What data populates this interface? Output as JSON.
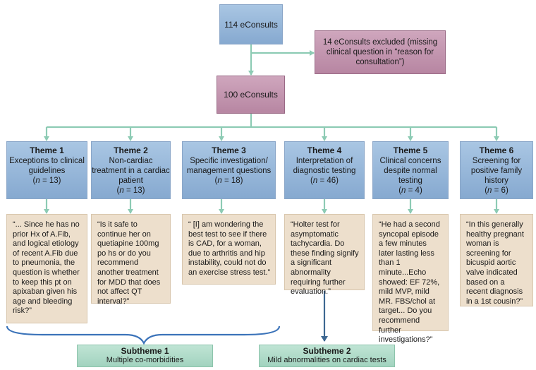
{
  "top": {
    "label": "114 eConsults"
  },
  "excluded": {
    "label": "14 eConsults excluded (missing clinical question in “reason for consultation”)"
  },
  "middle": {
    "label": "100 eConsults"
  },
  "themes": [
    {
      "title": "Theme 1",
      "text": "Exceptions to clinical guidelines",
      "n_open": "(",
      "n_letter": "n",
      "n_value": " = 13)",
      "quote": "“... Since he has no prior Hx of A.Fib, and logical etiology of recent A.Fib due to pneumonia, the question is whether to keep this pt on apixaban given his age and bleeding risk?”"
    },
    {
      "title": "Theme 2",
      "text": "Non-cardiac treatment in a cardiac patient",
      "n_open": "(",
      "n_letter": "n",
      "n_value": " = 13)",
      "quote": "“Is it safe to continue her on quetiapine 100mg po hs or do you recommend another treatment for MDD that does not affect QT interval?”"
    },
    {
      "title": "Theme 3",
      "text": "Specific investigation/ management questions",
      "n_open": "(",
      "n_letter": "n",
      "n_value": " = 18)",
      "quote": "“ [I] am wondering the best test to see if there is CAD, for a woman, due to arthritis and hip instability, could not do an exercise stress test.”"
    },
    {
      "title": "Theme 4",
      "text": "Interpretation of diagnostic testing",
      "n_open": "(",
      "n_letter": "n",
      "n_value": " = 46)",
      "quote": "“Holter test for asymptomatic tachycardia. Do these finding signify a significant abnormality requiring further evaluation.”"
    },
    {
      "title": "Theme 5",
      "text": "Clinical concerns despite normal testing",
      "n_open": "(",
      "n_letter": "n",
      "n_value": " = 4)",
      "quote": "“He had a second syncopal episode a few minutes later lasting less than 1 minute...Echo showed: EF 72%, mild MVP, mild MR. FBS/chol at target... Do you recommend further investigations?”"
    },
    {
      "title": "Theme 6",
      "text": "Screening for positive family history",
      "n_open": "(",
      "n_letter": "n",
      "n_value": " = 6)",
      "quote": "“In this generally healthy pregnant woman is screening for bicuspid aortic valve indicated based on a recent diagnosis in a 1st cousin?”"
    }
  ],
  "subthemes": [
    {
      "title": "Subtheme 1",
      "text": "Multiple co-morbidities"
    },
    {
      "title": "Subtheme 2",
      "text": "Mild abnormalities on cardiac tests"
    }
  ],
  "colors": {
    "connector": "#8dcbb4",
    "arrow_dark": "#3d6791",
    "brace": "#3b73b9"
  }
}
